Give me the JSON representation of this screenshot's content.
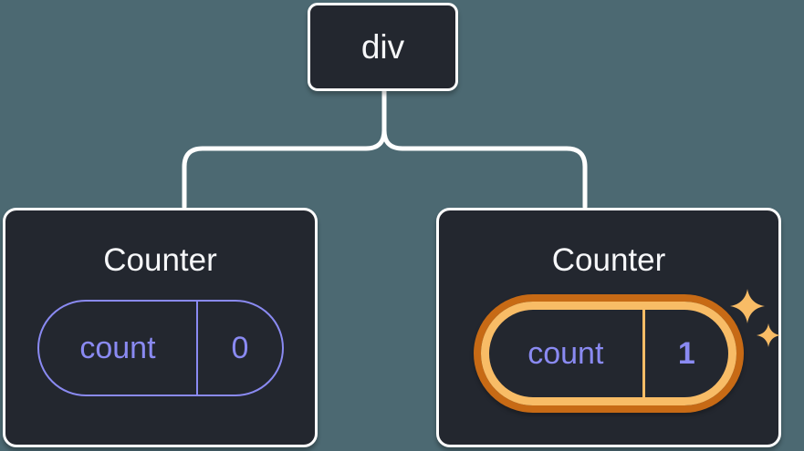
{
  "tree": {
    "root": {
      "label": "div"
    },
    "children": [
      {
        "title": "Counter",
        "state": {
          "key": "count",
          "value": "0"
        },
        "highlighted": false
      },
      {
        "title": "Counter",
        "state": {
          "key": "count",
          "value": "1"
        },
        "highlighted": true
      }
    ]
  },
  "icons": {
    "sparkles": "state-updated-sparkles"
  },
  "colors": {
    "background": "#4C6972",
    "node_fill": "#23272F",
    "node_border": "#FFFFFF",
    "title_text": "#F6F7F9",
    "state_accent_purple": "#8A8AF2",
    "highlight_outer_orange": "#C76A15",
    "highlight_inner_orange": "#F8BC66"
  }
}
